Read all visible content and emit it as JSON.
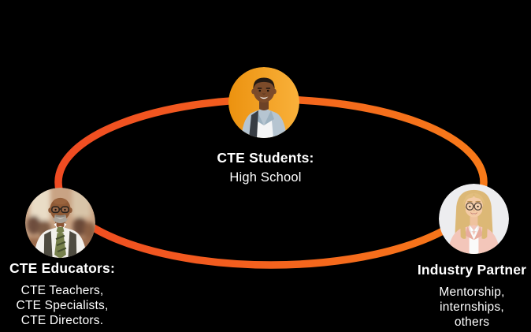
{
  "canvas": {
    "background": "#000000"
  },
  "connector": {
    "shape": "ellipse",
    "stroke_width": 9.5,
    "color_start": "#EF4B22",
    "color_end": "#F87A19"
  },
  "text_color": "#FFFFFF",
  "nodes": {
    "students": {
      "title": "CTE Students:",
      "lines": [
        "High School"
      ],
      "avatar": "young-male-student-photo",
      "avatar_bg": "#F3A01D"
    },
    "educators": {
      "title": "CTE Educators:",
      "lines": [
        "CTE Teachers,",
        "CTE Specialists,",
        "CTE Directors."
      ],
      "avatar": "male-educator-photo",
      "avatar_bg": "#C9A384"
    },
    "industry": {
      "title": "Industry Partner",
      "lines": [
        "Mentorship,",
        "internships,",
        "others"
      ],
      "avatar": "female-professional-photo",
      "avatar_bg": "#EDEDEF"
    }
  }
}
